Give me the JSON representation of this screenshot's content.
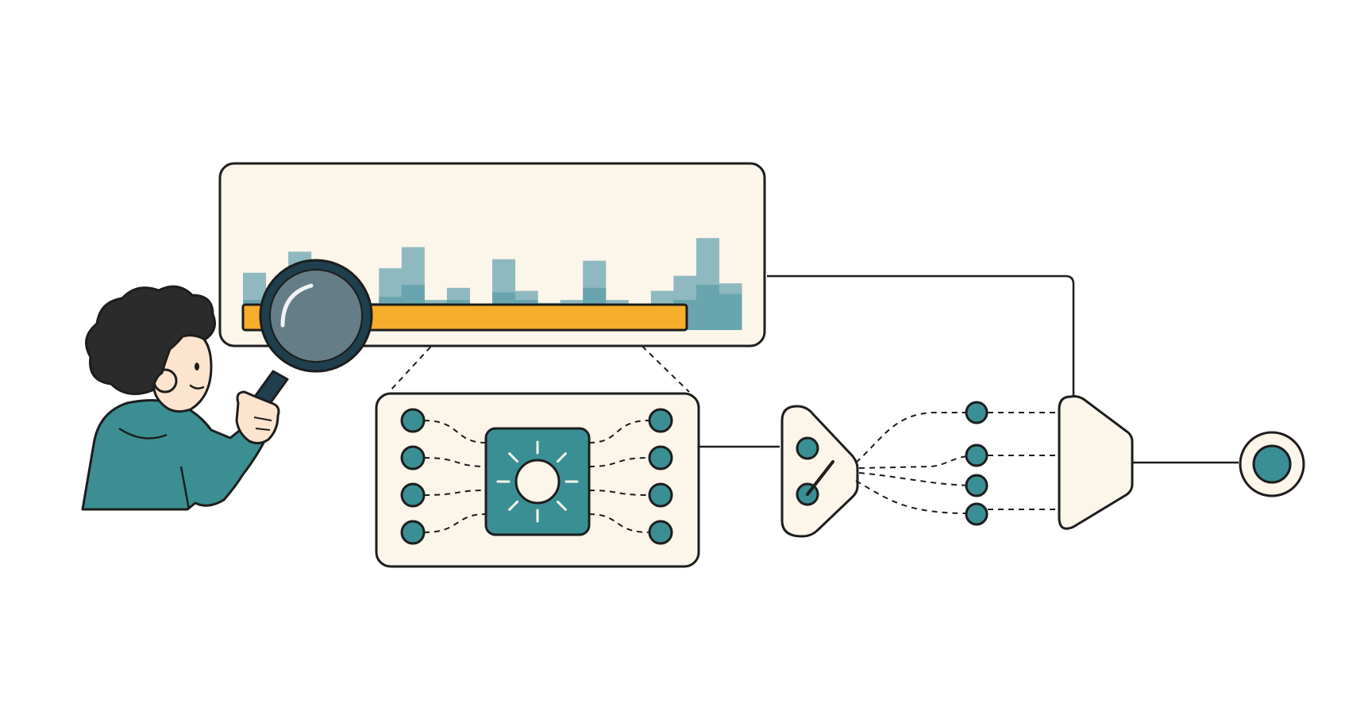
{
  "colors": {
    "background": "#ffffff",
    "panel": "#fbf5ea",
    "outline": "#1d1d1d",
    "teal": "#3a8f94",
    "teal_light": "#8fb9c0",
    "teal_mid": "#5c9fa8",
    "highlight": "#f6ad2b",
    "hair": "#2b2b2b",
    "skin": "#fde4cf",
    "hoodie": "#3b8f92",
    "lens_ring": "#1f3f4d"
  },
  "icons": {
    "person": "person-with-magnifier-icon",
    "magnifier": "magnifying-glass-icon",
    "core": "sun-icon",
    "switch": "switch-icon",
    "merge": "merge-funnel-icon",
    "output": "output-node-icon"
  },
  "histogram": {
    "bars_back": [
      0.38,
      0.28,
      0.52,
      0.26,
      0.22,
      0.18,
      0.41,
      0.55,
      0.2,
      0.28,
      0.16,
      0.47,
      0.26,
      0.18,
      0.2,
      0.46,
      0.2,
      0.16,
      0.26,
      0.36,
      0.61,
      0.31
    ],
    "bars_front": [
      0.2,
      0.15,
      0.3,
      0.14,
      0.12,
      0.1,
      0.22,
      0.3,
      0.18,
      0.2,
      0.1,
      0.25,
      0.2,
      0.1,
      0.12,
      0.28,
      0.1,
      0.1,
      0.14,
      0.2,
      0.3,
      0.24
    ],
    "highlight_fraction": 0.89
  },
  "router_nodes": 4,
  "core_rays": 8
}
